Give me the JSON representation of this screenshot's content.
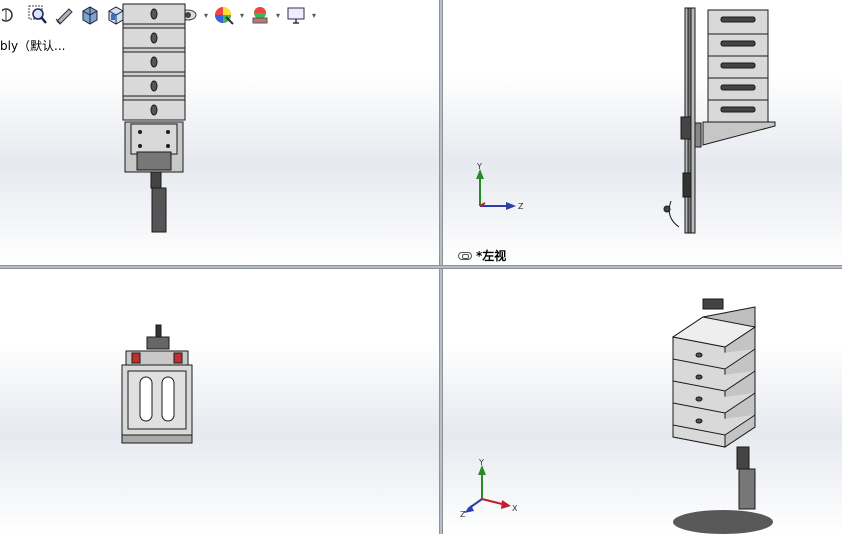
{
  "toolbar": {
    "icons": [
      "arrow-cursor-icon",
      "zoom-to-area-icon",
      "previous-view-icon",
      "section-view-icon",
      "view-orientation-icon",
      "display-style-icon",
      "hide-show-items-icon",
      "edit-appearance-icon",
      "apply-scene-icon",
      "view-settings-icon"
    ]
  },
  "feature_tree": {
    "label": "bly（默认..."
  },
  "viewports": {
    "top_left": {
      "name": ""
    },
    "top_right": {
      "name": "*左视"
    },
    "bottom_left": {
      "name": ""
    },
    "bottom_right": {
      "name": ""
    }
  },
  "triad": {
    "x": "X",
    "y": "Y",
    "z": "Z"
  },
  "colors": {
    "x_axis": "#c0202a",
    "y_axis": "#2a8a2a",
    "z_axis": "#2a3fa8",
    "model_fill": "#d9d9d9",
    "model_edge": "#1a1a1a",
    "accent_red": "#c03030"
  }
}
